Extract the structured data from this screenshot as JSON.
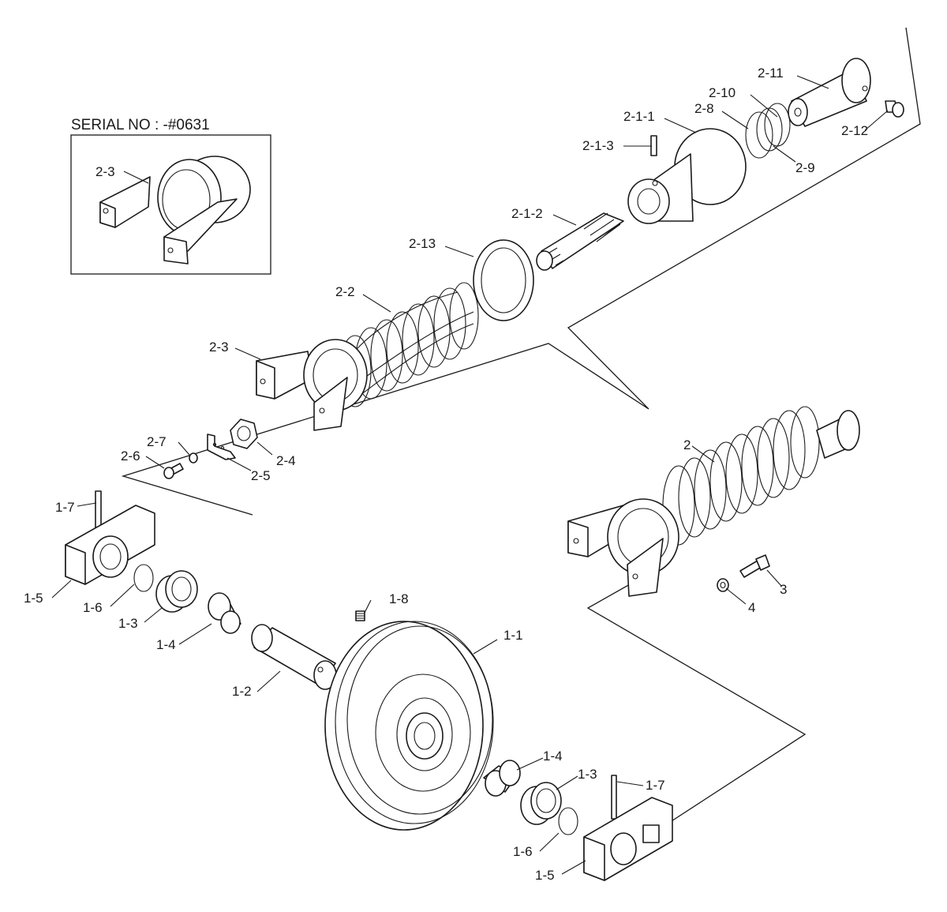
{
  "inset": {
    "serial": "SERIAL NO : -#0631",
    "label": "2-3"
  },
  "labels": {
    "l_2_11": "2-11",
    "l_2_10": "2-10",
    "l_2_8": "2-8",
    "l_2_1_1": "2-1-1",
    "l_2_1_3": "2-1-3",
    "l_2_12": "2-12",
    "l_2_9": "2-9",
    "l_2_1_2": "2-1-2",
    "l_2_13": "2-13",
    "l_2_2": "2-2",
    "l_2_3": "2-3",
    "l_2_7": "2-7",
    "l_2_6": "2-6",
    "l_2_4": "2-4",
    "l_2_5": "2-5",
    "l_2": "2",
    "l_3": "3",
    "l_4": "4",
    "l_1_7a": "1-7",
    "l_1_5a": "1-5",
    "l_1_6a": "1-6",
    "l_1_3a": "1-3",
    "l_1_4a": "1-4",
    "l_1_8": "1-8",
    "l_1_1": "1-1",
    "l_1_2": "1-2",
    "l_1_4b": "1-4",
    "l_1_3b": "1-3",
    "l_1_7b": "1-7",
    "l_1_6b": "1-6",
    "l_1_5b": "1-5"
  }
}
